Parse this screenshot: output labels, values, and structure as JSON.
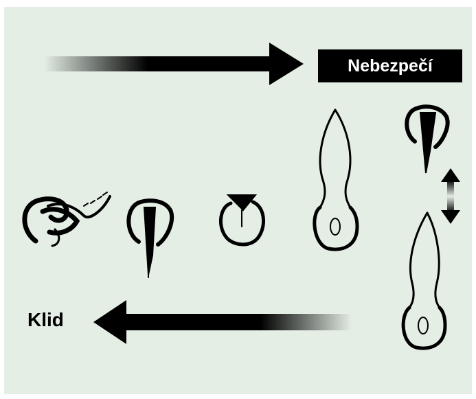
{
  "labels": {
    "danger": "Nebezpečí",
    "calm": "Klid"
  },
  "colors": {
    "background": "#e4eee5",
    "ink": "#000000",
    "label_box": "#000000",
    "label_box_text": "#ffffff"
  },
  "icons": {
    "top_arrow": "gradient-arrow-right",
    "bottom_arrow": "gradient-arrow-left",
    "toggle": "double-vertical-arrow"
  }
}
